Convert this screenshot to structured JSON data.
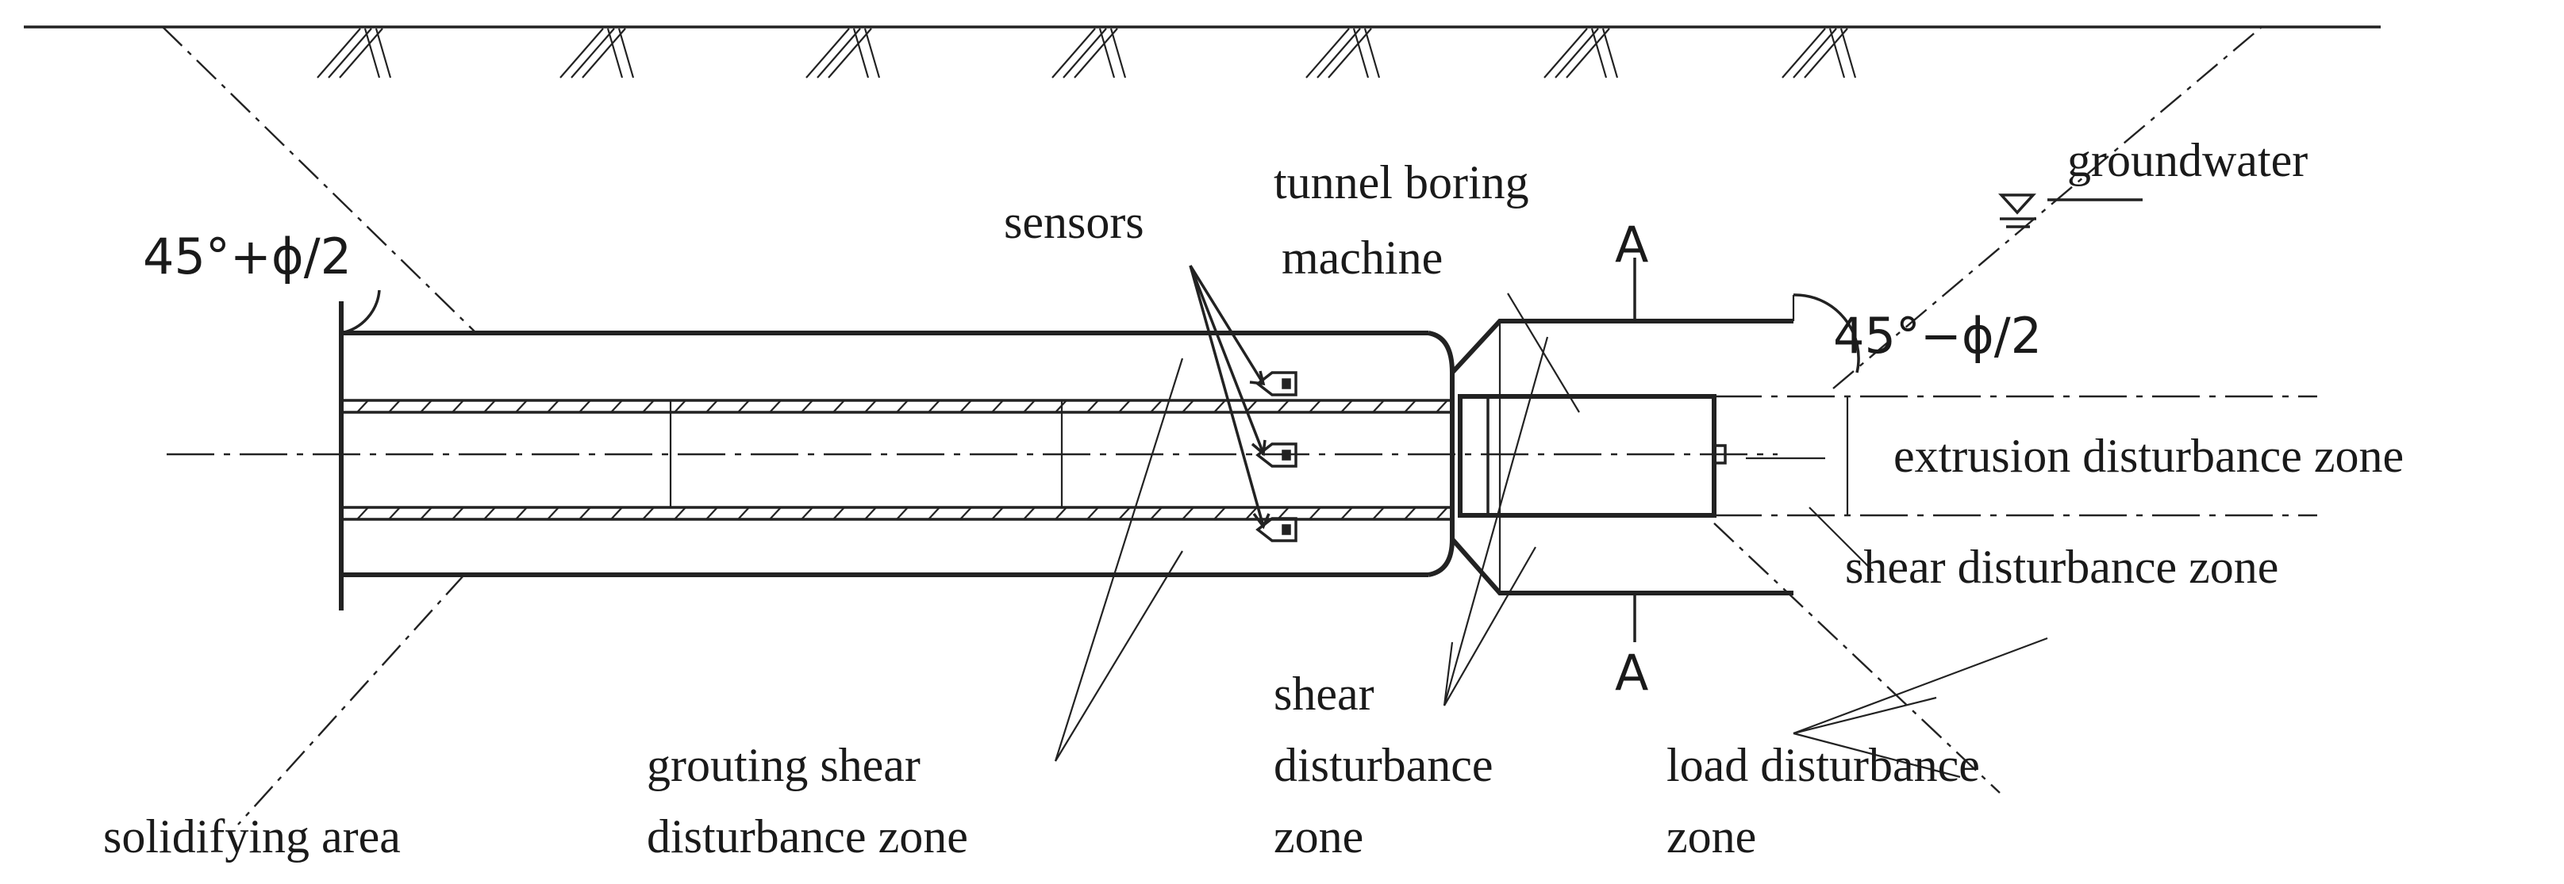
{
  "labels": {
    "angle_left": "45°+ϕ/2",
    "angle_right": "45°−ϕ/2",
    "sensors": "sensors",
    "tbm_line1": "tunnel boring",
    "tbm_line2": "machine",
    "groundwater": "groundwater",
    "section_top": "A",
    "section_bottom": "A",
    "extrusion": "extrusion disturbance zone",
    "shear_right": "shear disturbance zone",
    "shear_mid_1": "shear",
    "shear_mid_2": "disturbance",
    "shear_mid_3": "zone",
    "load_1": "load disturbance",
    "load_2": "zone",
    "grouting_1": "grouting shear",
    "grouting_2": "disturbance zone",
    "solidifying": "solidifying area"
  },
  "colors": {
    "line": "#222222",
    "text": "#1a1a1a",
    "background": "#ffffff"
  }
}
